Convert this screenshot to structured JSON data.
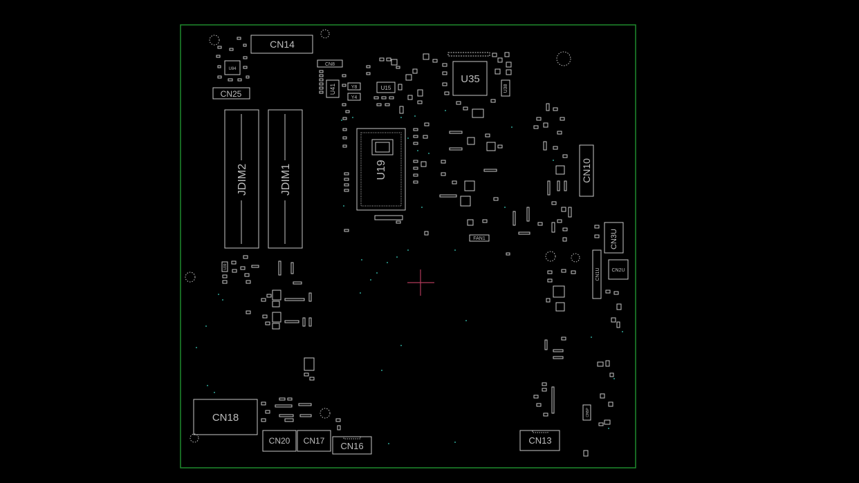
{
  "board": {
    "outline_color": "#1f8a2e",
    "silk_color": "#c8c8c8",
    "label_color": "#bdbdbd",
    "via_color": "#2fa596",
    "cursor_color": "#b03a5a"
  },
  "labels": {
    "cn14": "CN14",
    "cn25": "CN25",
    "u84": "U84",
    "cn8": "CN8",
    "u41": "U41",
    "y8": "Y8",
    "y4": "Y4",
    "u15": "U15",
    "u35": "U35",
    "u38": "U38",
    "jdim2": "JDIM2",
    "jdim1": "JDIM1",
    "u19": "U19",
    "cn10": "CN10",
    "fan1": "FAN1",
    "cn3u": "CN3U",
    "cn2u": "CN2U",
    "cn1u": "CN1U",
    "u39": "U39",
    "cn18": "CN18",
    "cn20": "CN20",
    "cn17": "CN17",
    "cn16": "CN16",
    "cn13": "CN13",
    "cn5p": "CN5P"
  }
}
